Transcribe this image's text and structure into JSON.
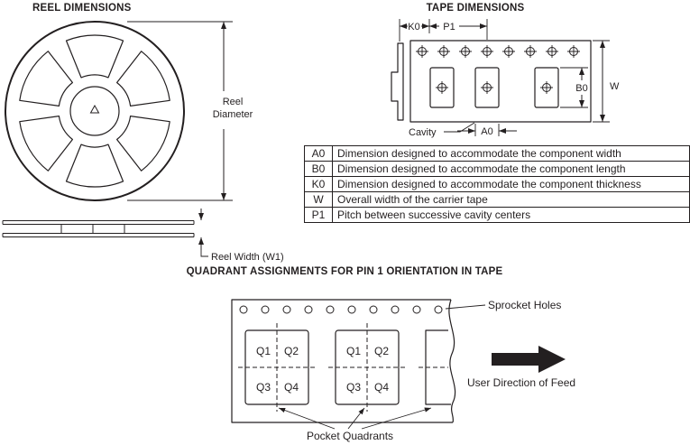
{
  "titles": {
    "reel": "REEL DIMENSIONS",
    "tape": "TAPE DIMENSIONS",
    "quadrant": "QUADRANT ASSIGNMENTS FOR PIN 1 ORIENTATION IN TAPE"
  },
  "reel": {
    "diameter_line1": "Reel",
    "diameter_line2": "Diameter",
    "width_label": "Reel Width (W1)"
  },
  "tape": {
    "labels": {
      "k0": "K0",
      "p1": "P1",
      "a0": "A0",
      "b0": "B0",
      "w": "W"
    },
    "cavity_label": "Cavity"
  },
  "table": {
    "rows": [
      {
        "code": "A0",
        "desc": "Dimension designed to accommodate the component width"
      },
      {
        "code": "B0",
        "desc": "Dimension designed to accommodate the component length"
      },
      {
        "code": "K0",
        "desc": "Dimension designed to accommodate the component thickness"
      },
      {
        "code": "W",
        "desc": "Overall width of the carrier tape"
      },
      {
        "code": "P1",
        "desc": "Pitch between successive cavity centers"
      }
    ]
  },
  "quadrant": {
    "sprocket_holes_label": "Sprocket Holes",
    "feed_label": "User Direction of Feed",
    "pocket_quadrants_label": "Pocket Quadrants",
    "pockets": [
      {
        "q1": "Q1",
        "q2": "Q2",
        "q3": "Q3",
        "q4": "Q4"
      },
      {
        "q1": "Q1",
        "q2": "Q2",
        "q3": "Q3",
        "q4": "Q4"
      }
    ]
  },
  "colors": {
    "line": "#231f20",
    "background": "#ffffff"
  }
}
